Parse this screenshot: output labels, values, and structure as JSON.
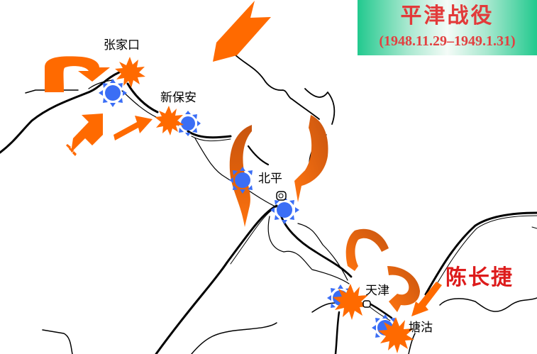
{
  "title": {
    "main": "平津战役",
    "dates": "(1948.11.29–1949.1.31)"
  },
  "cities": {
    "zhangjiakou": "张家口",
    "xinbaoan": "新保安",
    "beiping": "北平",
    "tianjin": "天津",
    "tanggu": "塘沽"
  },
  "commander": "陈长捷",
  "colors": {
    "attack_arrow": "#ff6a00",
    "encircle_arrow": "#d45a10",
    "kmt_marker": "#3b6ef5",
    "battle_burst": "#ff6a00",
    "title_bg": "#22c98e",
    "title_text": "#e23a3a",
    "commander_text": "#dd1b1b"
  },
  "legend_icons": [
    "explosion-burst-icon",
    "kmt-garrison-sun-icon",
    "attack-arrow-icon",
    "encircling-arrow-icon"
  ]
}
